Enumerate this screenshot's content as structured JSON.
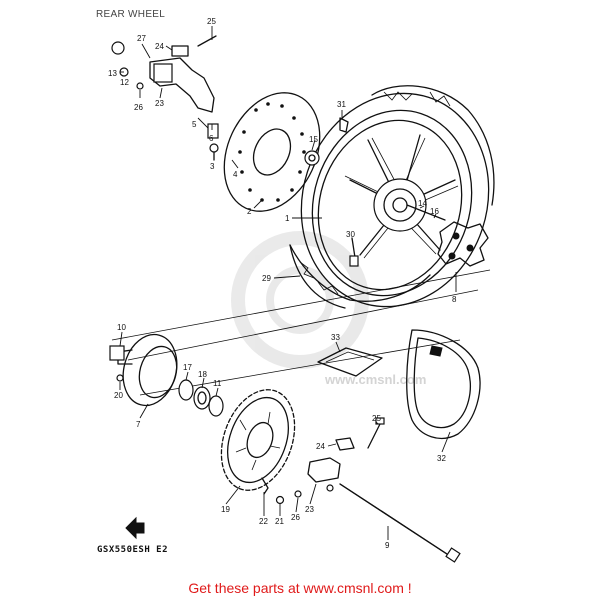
{
  "header": {
    "title": "REAR WHEEL"
  },
  "diagram": {
    "model_code": "GSX550ESH  E2",
    "watermark_text": "www.cmsnl.com",
    "callouts": [
      "25",
      "27",
      "24",
      "13",
      "12",
      "26",
      "23",
      "5",
      "31",
      "6",
      "15",
      "3",
      "4",
      "2",
      "1",
      "14",
      "16",
      "30",
      "29",
      "8",
      "10",
      "33",
      "17",
      "18",
      "11",
      "20",
      "7",
      "32",
      "25",
      "24",
      "19",
      "26",
      "23",
      "22",
      "21",
      "9"
    ]
  },
  "footer": {
    "text": "Get these parts at www.cmsnl.com !"
  },
  "colors": {
    "ink": "#111111",
    "footer": "#e01a1a",
    "watermark": "#d8d8d8"
  }
}
